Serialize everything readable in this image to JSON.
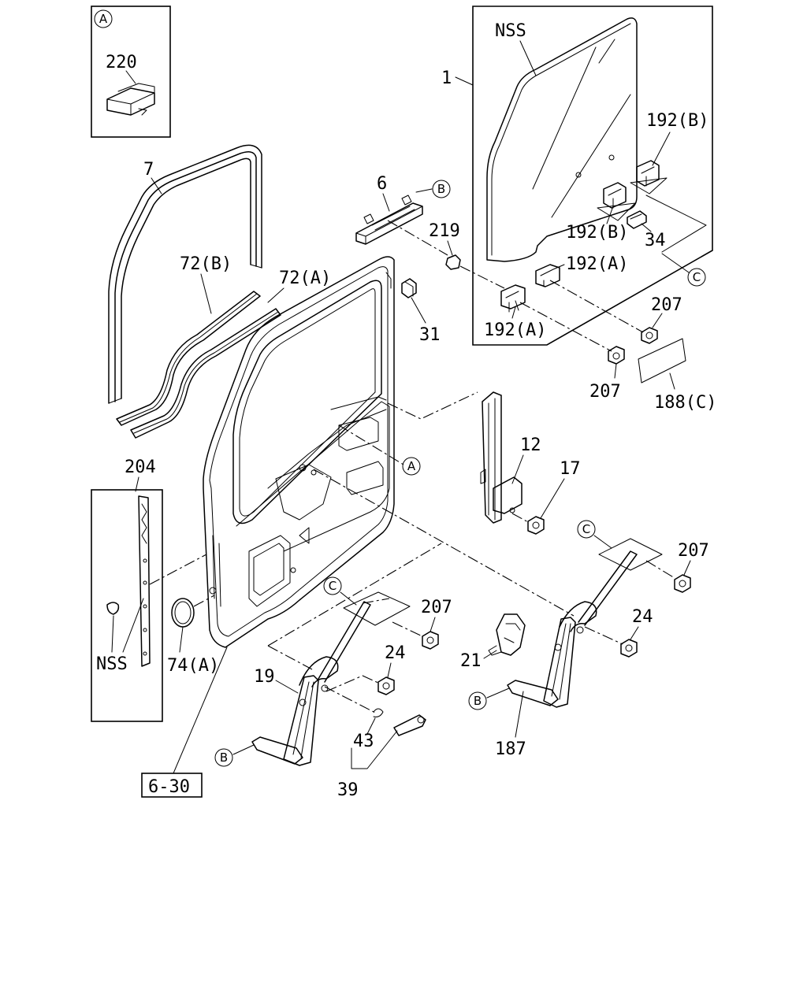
{
  "callout_letters": {
    "a": "A",
    "b": "B",
    "c": "C"
  },
  "labels": {
    "l220": "220",
    "l7": "7",
    "l72b": "72(B)",
    "l72a": "72(A)",
    "l6": "6",
    "l219": "219",
    "l31": "31",
    "lnss_top": "NSS",
    "l1": "1",
    "l192b_1": "192(B)",
    "l192b_2": "192(B)",
    "l34": "34",
    "l192a_1": "192(A)",
    "l192a_2": "192(A)",
    "l207_1": "207",
    "l207_2": "207",
    "l188c": "188(C)",
    "l204": "204",
    "lnss_left": "NSS",
    "l74a": "74(A)",
    "l12": "12",
    "l17": "17",
    "l207_3": "207",
    "l24_1": "24",
    "l207_4": "207",
    "l24_2": "24",
    "l21": "21",
    "l19": "19",
    "l43": "43",
    "l39": "39",
    "l187": "187",
    "lref": "6-30"
  }
}
